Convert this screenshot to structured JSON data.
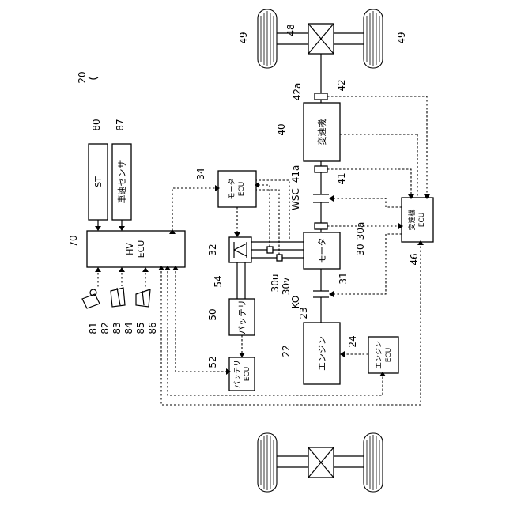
{
  "ref_numbers": {
    "r20": "20",
    "r22": "22",
    "r23": "23",
    "r24": "24",
    "r30": "30",
    "r30a": "30a",
    "r30u": "30u",
    "r30v": "30v",
    "r31": "31",
    "r32": "32",
    "r34": "34",
    "r40": "40",
    "r41": "41",
    "r41a": "41a",
    "r42": "42",
    "r42a": "42a",
    "r46": "46",
    "r48": "48",
    "r49a": "49",
    "r49b": "49",
    "r50": "50",
    "r52": "52",
    "r54": "54",
    "r70": "70",
    "r80": "80",
    "r81": "81",
    "r82": "82",
    "r83": "83",
    "r84": "84",
    "r85": "85",
    "r86": "86",
    "r87": "87",
    "ko": "KO",
    "wsc": "WSC"
  },
  "blocks": {
    "hv_ecu": [
      "HV",
      "ECU"
    ],
    "st": "ST",
    "speed_sensor": "車速センサ",
    "motor_ecu": [
      "モータ",
      "ECU"
    ],
    "battery": "バッテリ",
    "battery_ecu": [
      "バッテリ",
      "ECU"
    ],
    "motor": "モータ",
    "engine": "エンジン",
    "engine_ecu": [
      "エンジン",
      "ECU"
    ],
    "transmission": "変速機",
    "transmission_ecu": [
      "変速機",
      "ECU"
    ]
  }
}
